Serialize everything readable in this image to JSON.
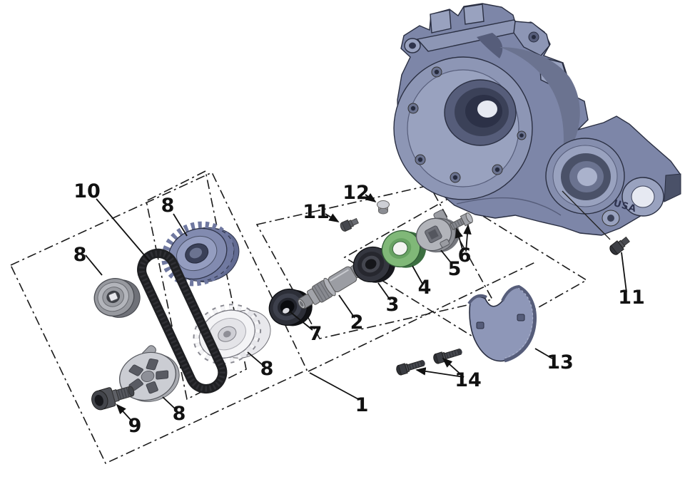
{
  "diagram": {
    "kind": "exploded-parts-diagram",
    "subject": "crankcase-water-pump-assembly",
    "case_marking": "USA",
    "callouts": [
      {
        "text": "1",
        "target": "assembly-group"
      },
      {
        "text": "2",
        "target": "pump-shaft"
      },
      {
        "text": "3",
        "target": "seal"
      },
      {
        "text": "4",
        "target": "green-seal"
      },
      {
        "text": "5",
        "target": "coupling"
      },
      {
        "text": "6",
        "target": "coupling-bolt"
      },
      {
        "text": "7",
        "target": "bearing"
      },
      {
        "text": "8",
        "target": "bearing-left"
      },
      {
        "text": "8",
        "target": "sprocket-upper"
      },
      {
        "text": "8",
        "target": "pulley-lower"
      },
      {
        "text": "8",
        "target": "impeller-disc"
      },
      {
        "text": "9",
        "target": "shoulder-bolt"
      },
      {
        "text": "10",
        "target": "drive-belt"
      },
      {
        "text": "11",
        "target": "bolt-center"
      },
      {
        "text": "11",
        "target": "bolt-right"
      },
      {
        "text": "12",
        "target": "washer"
      },
      {
        "text": "13",
        "target": "pump-cover"
      },
      {
        "text": "14",
        "target": "cover-bolts"
      }
    ],
    "colors": {
      "case": "#8d96b5",
      "case_dark": "#565d7a",
      "green_seal": "#80b878",
      "belt": "#1f2023",
      "line_art": "#111111",
      "background": "#ffffff"
    }
  }
}
